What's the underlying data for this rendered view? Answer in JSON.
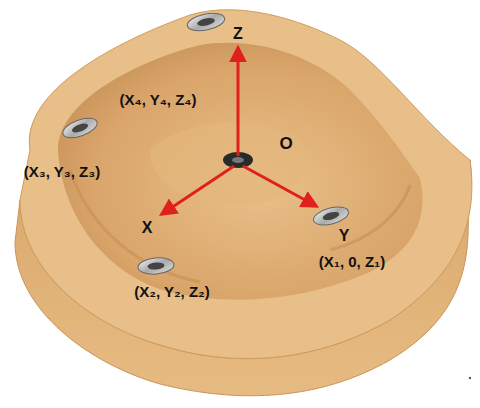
{
  "diagram": {
    "labels": [
      "Z",
      "(X₄, Y₄, Z₄)",
      "(X₃, Y₃, Z₃)",
      "O",
      "X",
      "Y",
      "(X₁, 0, Z₁)",
      "(X₂, Y₂, Z₂)"
    ]
  }
}
